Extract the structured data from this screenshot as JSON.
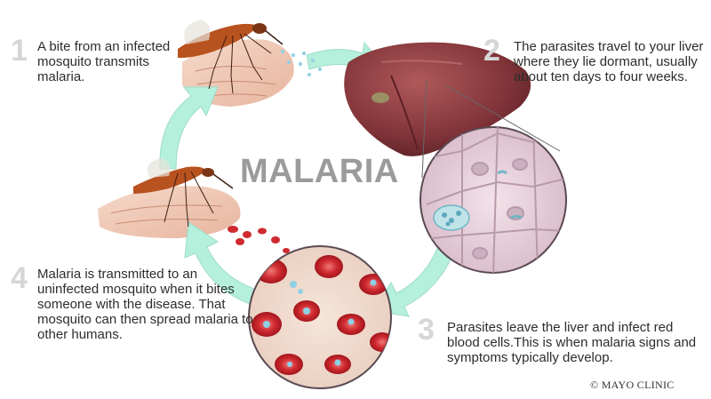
{
  "title": "MALARIA",
  "steps": [
    {
      "number": "1",
      "text": "A bite from an infected mosquito transmits malaria."
    },
    {
      "number": "2",
      "text": "The parasites travel to your liver where they lie dormant, usually about ten days to four weeks."
    },
    {
      "number": "3",
      "text": "Parasites leave the liver and infect red blood cells.This is when malaria signs and symptoms typically develop."
    },
    {
      "number": "4",
      "text": "Malaria is transmitted to an uninfected mosquito when it bites someone with the disease. That mosquito can then spread malaria to other humans."
    }
  ],
  "credit": "© MAYO CLINIC",
  "colors": {
    "arrow": "#b5f0dc",
    "liver": "#8a3d40",
    "skin": "#e9b59c",
    "mosquito": "#b8521f",
    "blood_cell": "#c9242b",
    "parasite": "#7fc3dc",
    "tissue": "#ecd7df"
  }
}
